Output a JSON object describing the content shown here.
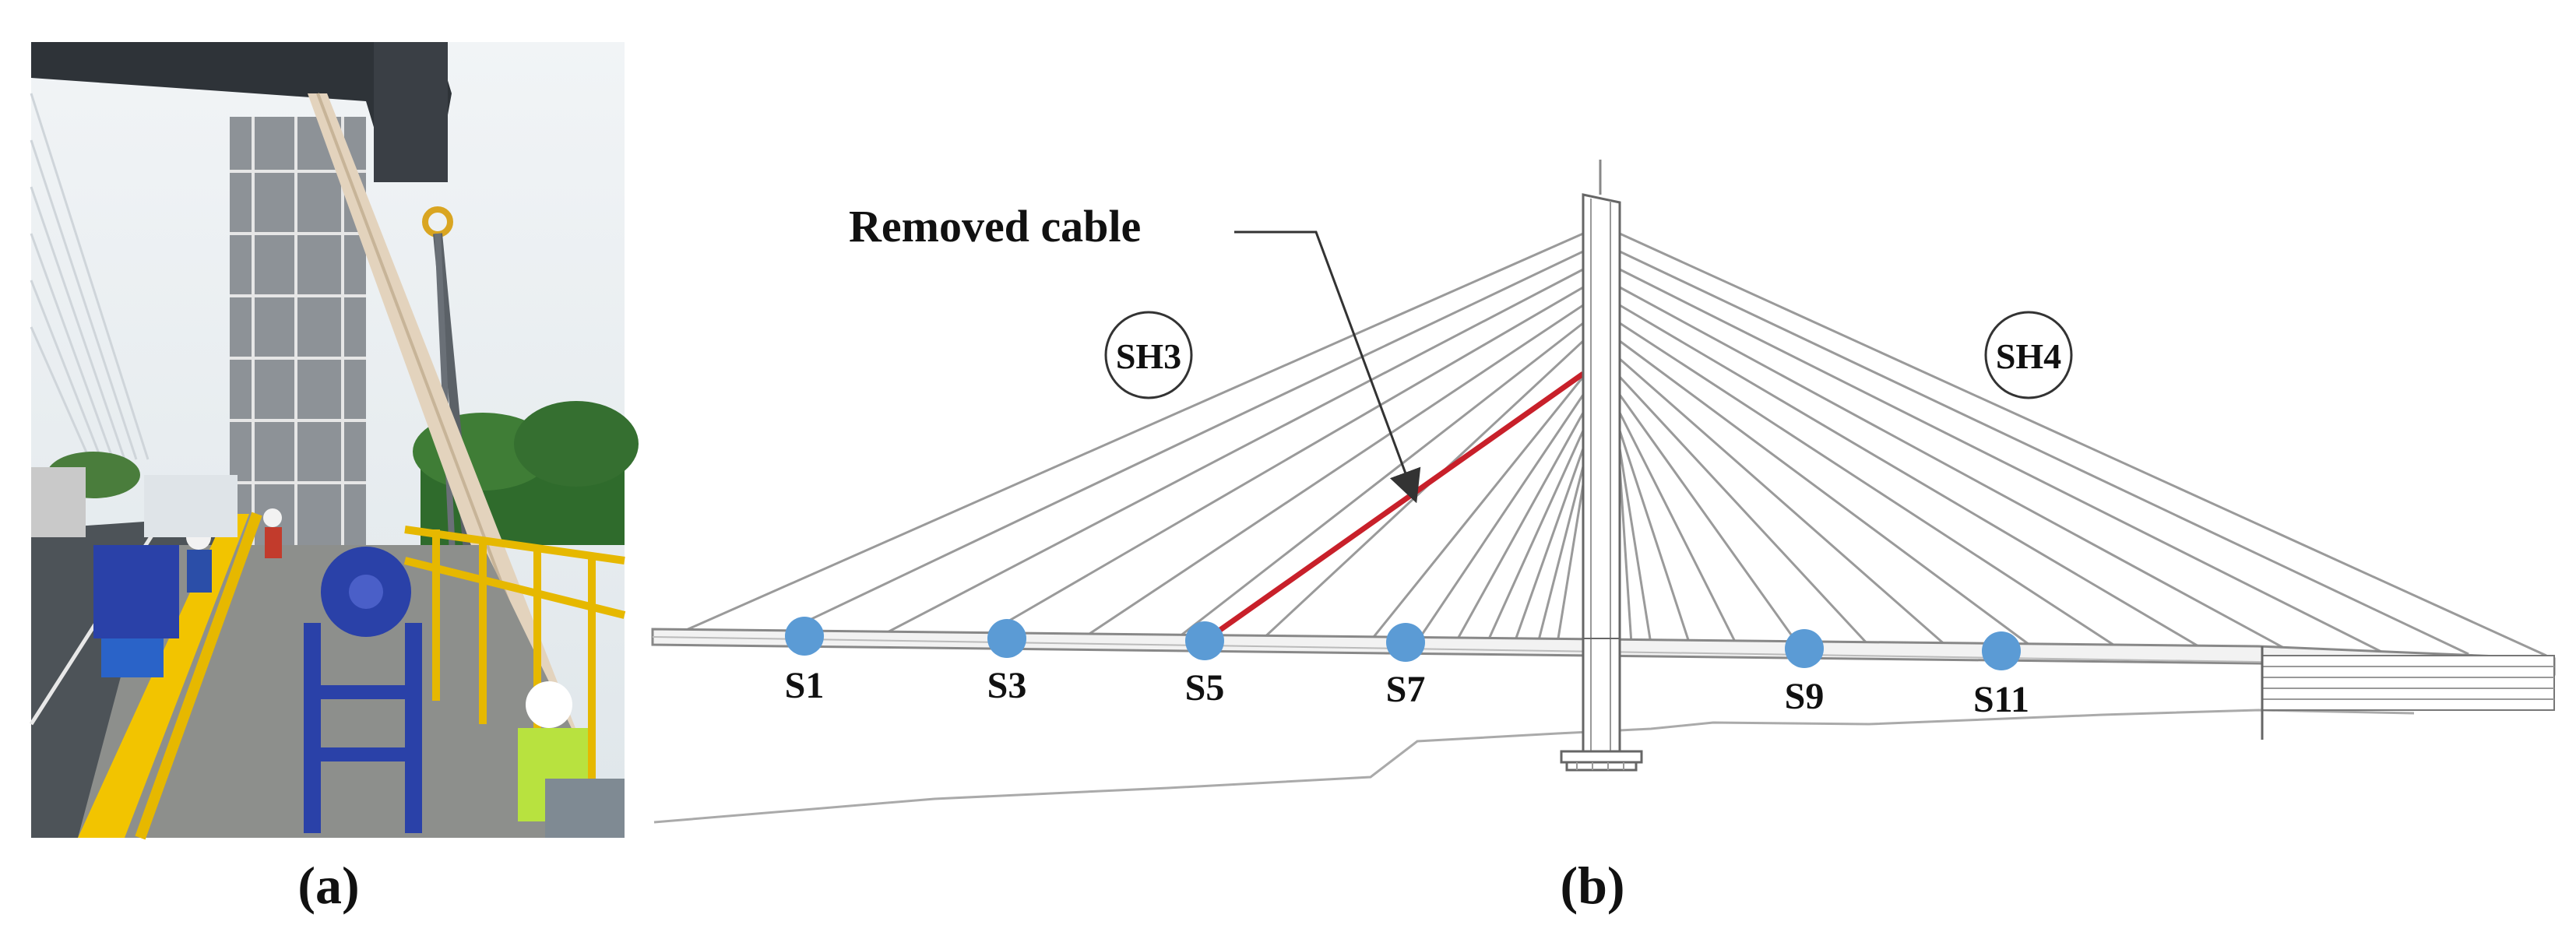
{
  "panels": {
    "a": {
      "caption": "(a)"
    },
    "b": {
      "caption": "(b)"
    }
  },
  "diagram": {
    "annotation": "Removed cable",
    "zones": {
      "left": "SH3",
      "right": "SH4"
    },
    "sensors": [
      "S1",
      "S3",
      "S5",
      "S7",
      "S9",
      "S11"
    ]
  },
  "colors": {
    "removed_cable": "#c8202a",
    "sensor": "#5b9bd5",
    "cable": "#9a9a9a",
    "structure": "#666666"
  }
}
